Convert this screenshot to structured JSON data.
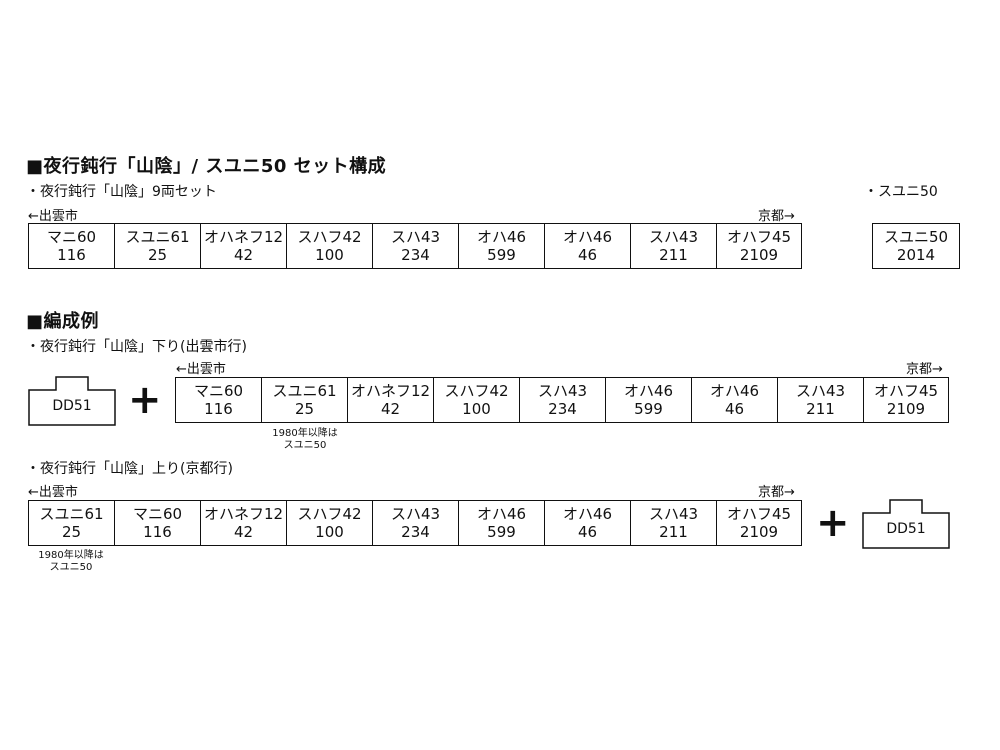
{
  "set": {
    "title": "■夜行鈍行「山陰」/ スユニ50 セット構成",
    "nine_car_label": "・夜行鈍行「山陰」9両セット",
    "single_label": "・スユニ50",
    "dir_left": "←出雲市",
    "dir_right": "京都→",
    "cars": [
      {
        "name": "マニ60",
        "num": "116"
      },
      {
        "name": "スユニ61",
        "num": "25"
      },
      {
        "name": "オハネフ12",
        "num": "42"
      },
      {
        "name": "スハフ42",
        "num": "100"
      },
      {
        "name": "スハ43",
        "num": "234"
      },
      {
        "name": "オハ46",
        "num": "599"
      },
      {
        "name": "オハ46",
        "num": "46"
      },
      {
        "name": "スハ43",
        "num": "211"
      },
      {
        "name": "オハフ45",
        "num": "2109"
      }
    ],
    "single_car": {
      "name": "スユニ50",
      "num": "2014"
    }
  },
  "examples": {
    "title": "■編成例",
    "down": {
      "label": "・夜行鈍行「山陰」下り(出雲市行)",
      "dir_left": "←出雲市",
      "dir_right": "京都→",
      "loco": "DD51",
      "plus": "+",
      "note": "1980年以降は\nスユニ50",
      "cars": [
        {
          "name": "マニ60",
          "num": "116"
        },
        {
          "name": "スユニ61",
          "num": "25"
        },
        {
          "name": "オハネフ12",
          "num": "42"
        },
        {
          "name": "スハフ42",
          "num": "100"
        },
        {
          "name": "スハ43",
          "num": "234"
        },
        {
          "name": "オハ46",
          "num": "599"
        },
        {
          "name": "オハ46",
          "num": "46"
        },
        {
          "name": "スハ43",
          "num": "211"
        },
        {
          "name": "オハフ45",
          "num": "2109"
        }
      ]
    },
    "up": {
      "label": "・夜行鈍行「山陰」上り(京都行)",
      "dir_left": "←出雲市",
      "dir_right": "京都→",
      "loco": "DD51",
      "plus": "+",
      "note": "1980年以降は\nスユニ50",
      "cars": [
        {
          "name": "スユニ61",
          "num": "25"
        },
        {
          "name": "マニ60",
          "num": "116"
        },
        {
          "name": "オハネフ12",
          "num": "42"
        },
        {
          "name": "スハフ42",
          "num": "100"
        },
        {
          "name": "スハ43",
          "num": "234"
        },
        {
          "name": "オハ46",
          "num": "599"
        },
        {
          "name": "オハ46",
          "num": "46"
        },
        {
          "name": "スハ43",
          "num": "211"
        },
        {
          "name": "オハフ45",
          "num": "2109"
        }
      ]
    }
  }
}
